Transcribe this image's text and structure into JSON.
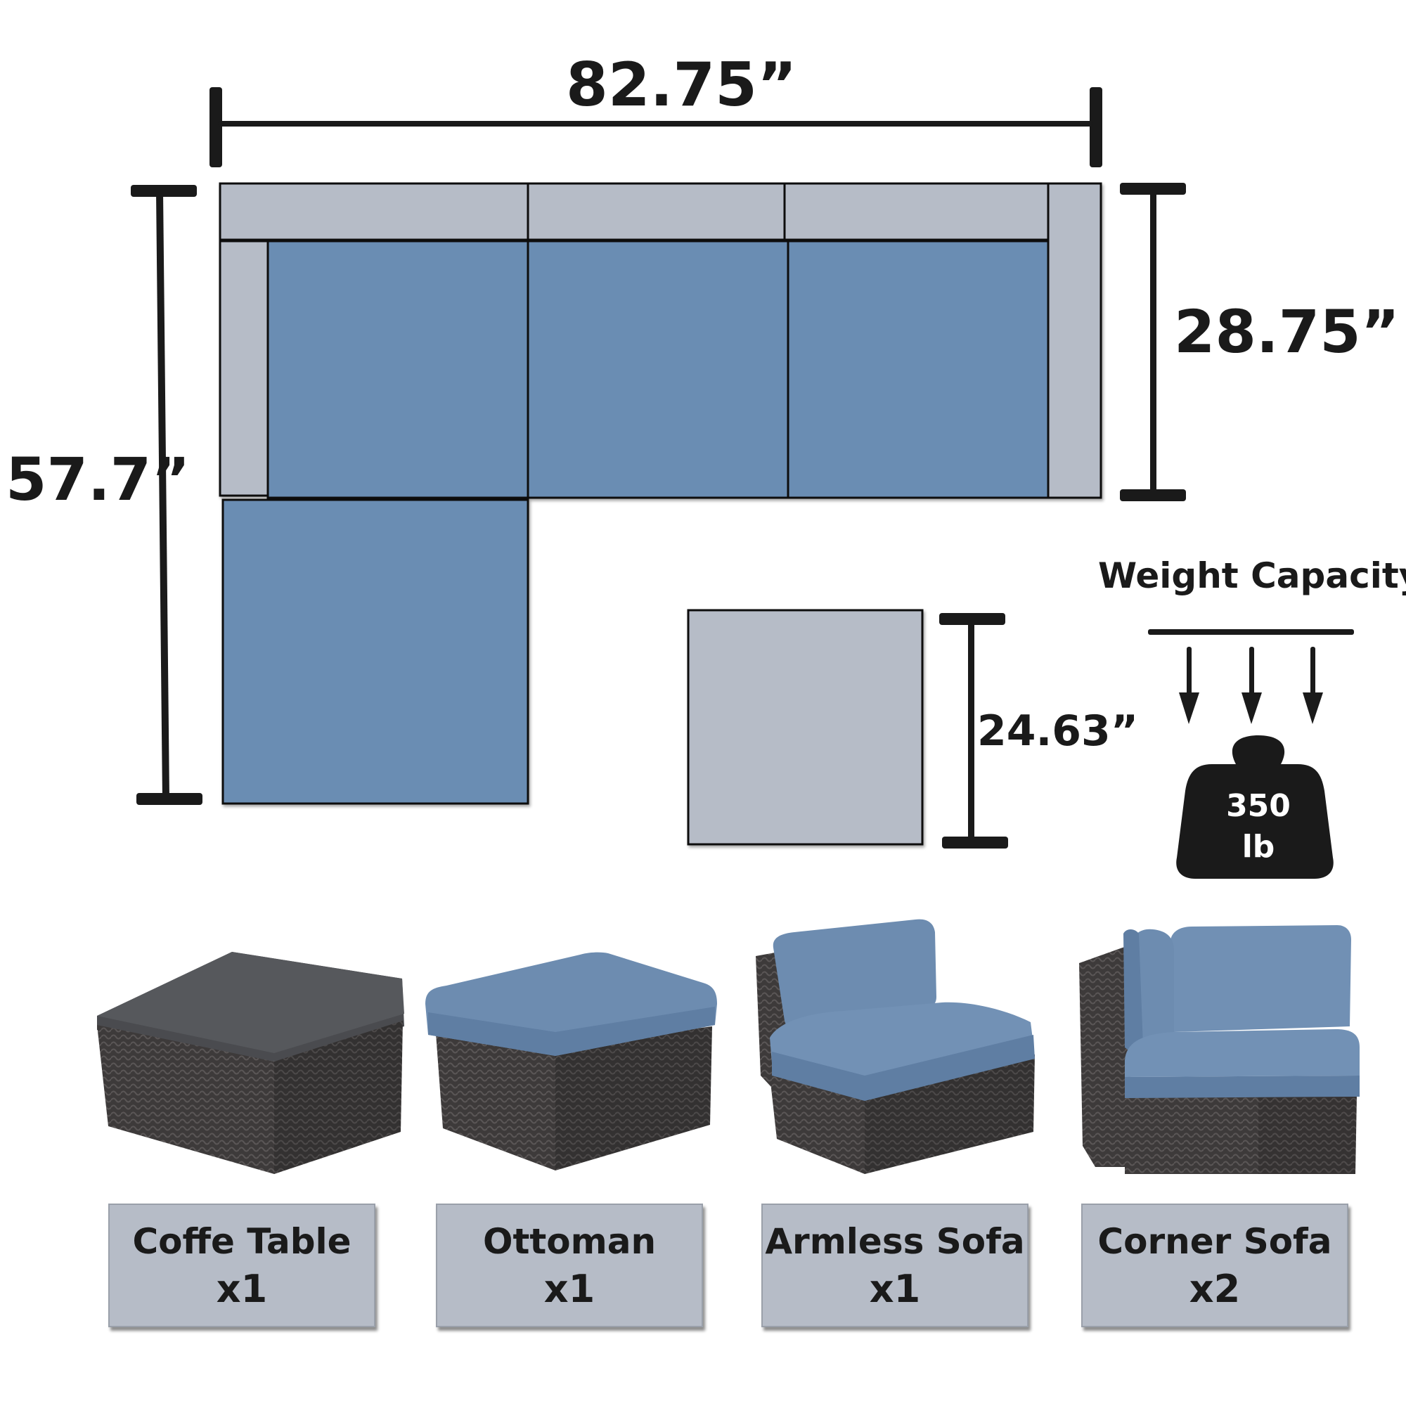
{
  "dimensions": {
    "width": "82.75”",
    "depth": "28.75”",
    "height": "57.7”",
    "table": "24.63”"
  },
  "weight": {
    "title": "Weight Capacity",
    "value": "350",
    "unit": "lb"
  },
  "colors": {
    "cushion": "#6a8db3",
    "frame": "#b6bcc7",
    "wicker": "#3d3a3a",
    "ink": "#1a1a1a"
  },
  "pieces": [
    {
      "name": "Coffe Table",
      "qty": "x1",
      "icon": "coffee-table-image"
    },
    {
      "name": "Ottoman",
      "qty": "x1",
      "icon": "ottoman-image"
    },
    {
      "name": "Armless Sofa",
      "qty": "x1",
      "icon": "armless-sofa-image"
    },
    {
      "name": "Corner Sofa",
      "qty": "x2",
      "icon": "corner-sofa-image"
    }
  ]
}
